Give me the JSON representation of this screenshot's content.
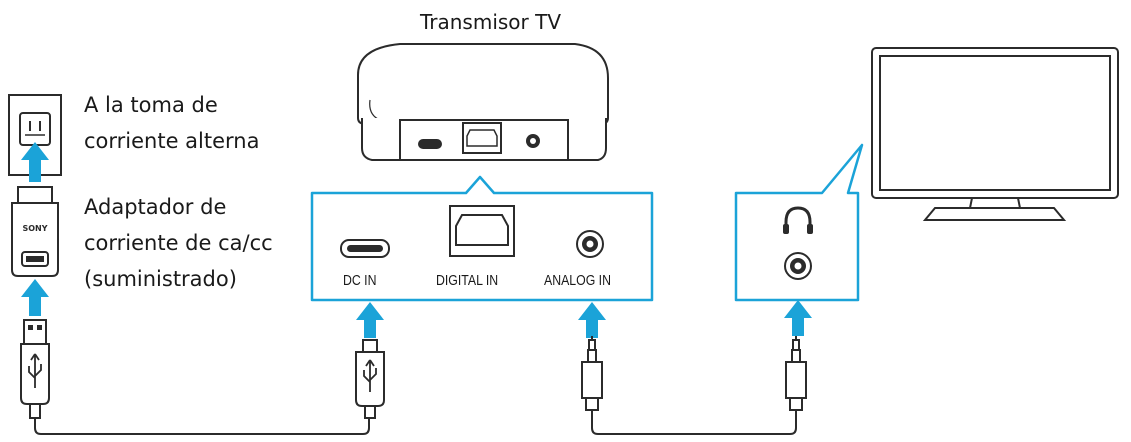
{
  "title": "Transmisor TV",
  "outlet_label": [
    "A la toma de",
    "corriente alterna"
  ],
  "adapter_label": [
    "Adaptador de",
    "corriente de ca/cc",
    "(suministrado)"
  ],
  "ports": {
    "dc_in": "DC IN",
    "digital_in": "DIGITAL IN",
    "analog_in": "ANALOG IN"
  },
  "adapter_brand": "SONY",
  "colors": {
    "accent": "#1ba3d8",
    "line": "#2b2b2b"
  }
}
